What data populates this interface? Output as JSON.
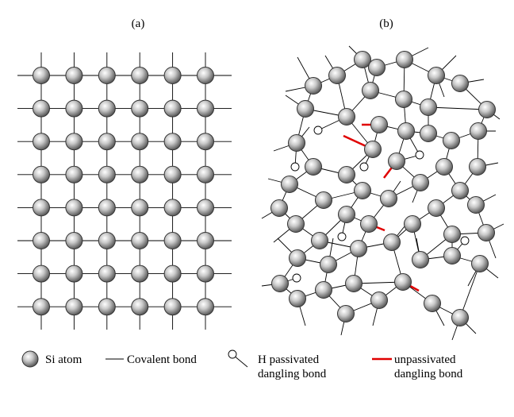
{
  "panels": {
    "a": {
      "label": "(a)"
    },
    "b": {
      "label": "(b)"
    }
  },
  "legend": {
    "si_atom": "Si atom",
    "covalent_bond": "Covalent bond",
    "h_passivated_line1": "H passivated",
    "h_passivated_line2": "dangling bond",
    "unpassivated_line1": "unpassivated",
    "unpassivated_line2": "dangling bond"
  },
  "colors": {
    "bond": "#000000",
    "atom_light": "#ffffff",
    "atom_dark": "#5a5a5a",
    "atom_stroke": "#333333",
    "unpassivated": "#e00000",
    "background": "#ffffff"
  },
  "crystal_lattice": {
    "rows": 8,
    "columns": 6
  }
}
